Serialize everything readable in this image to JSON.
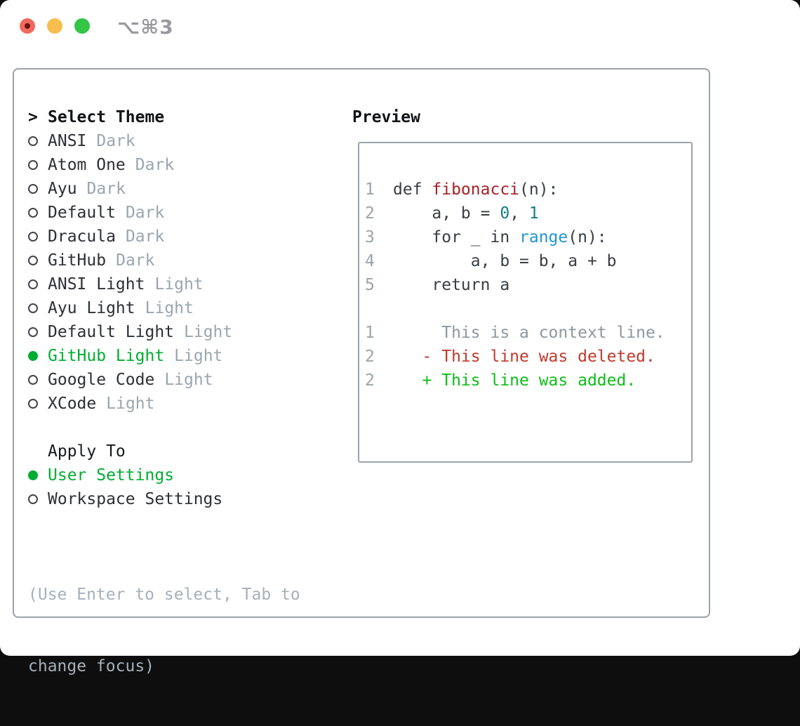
{
  "window": {
    "title": "⌥⌘3"
  },
  "traffic_lights": {
    "close": "#ee6a5f",
    "minimize": "#f6bd4f",
    "maximize": "#32c546"
  },
  "theme_list": {
    "header_prefix": ">",
    "header": "Select Theme",
    "items": [
      {
        "name": "ANSI",
        "tag": "Dark",
        "selected": false
      },
      {
        "name": "Atom One",
        "tag": "Dark",
        "selected": false
      },
      {
        "name": "Ayu",
        "tag": "Dark",
        "selected": false
      },
      {
        "name": "Default",
        "tag": "Dark",
        "selected": false
      },
      {
        "name": "Dracula",
        "tag": "Dark",
        "selected": false
      },
      {
        "name": "GitHub",
        "tag": "Dark",
        "selected": false
      },
      {
        "name": "ANSI Light",
        "tag": "Light",
        "selected": false
      },
      {
        "name": "Ayu Light",
        "tag": "Light",
        "selected": false
      },
      {
        "name": "Default Light",
        "tag": "Light",
        "selected": false
      },
      {
        "name": "GitHub Light",
        "tag": "Light",
        "selected": true
      },
      {
        "name": "Google Code",
        "tag": "Light",
        "selected": false
      },
      {
        "name": "XCode",
        "tag": "Light",
        "selected": false
      }
    ]
  },
  "apply_to": {
    "header": "Apply To",
    "options": [
      {
        "name": "User Settings",
        "selected": true
      },
      {
        "name": "Workspace Settings",
        "selected": false
      }
    ]
  },
  "hint": {
    "lines": [
      "(Use Enter to select, Tab to",
      "change focus)"
    ]
  },
  "preview": {
    "header": "Preview",
    "code_lines": [
      {
        "num": "1",
        "segments": [
          {
            "text": "def ",
            "color": "fg"
          },
          {
            "text": "fibonacci",
            "color": "func"
          },
          {
            "text": "(n):",
            "color": "fg"
          }
        ]
      },
      {
        "num": "2",
        "segments": [
          {
            "text": "    a, b = ",
            "color": "fg"
          },
          {
            "text": "0",
            "color": "num"
          },
          {
            "text": ", ",
            "color": "fg"
          },
          {
            "text": "1",
            "color": "num"
          }
        ]
      },
      {
        "num": "3",
        "segments": [
          {
            "text": "    for _ in ",
            "color": "fg"
          },
          {
            "text": "range",
            "color": "builtin"
          },
          {
            "text": "(n):",
            "color": "fg"
          }
        ]
      },
      {
        "num": "4",
        "segments": [
          {
            "text": "        a, b = b, a + b",
            "color": "fg"
          }
        ]
      },
      {
        "num": "5",
        "segments": [
          {
            "text": "    return a",
            "color": "fg"
          }
        ]
      },
      {
        "num": "",
        "segments": []
      },
      {
        "num": "1",
        "segments": [
          {
            "text": "     This is a context line.",
            "color": "context"
          }
        ]
      },
      {
        "num": "2",
        "segments": [
          {
            "text": "   - This line was deleted.",
            "color": "deleted"
          }
        ]
      },
      {
        "num": "2",
        "segments": [
          {
            "text": "   + This line was added.",
            "color": "added"
          }
        ]
      }
    ]
  },
  "colors": {
    "fg": "#383e45",
    "func": "#a92023",
    "num": "#147c84",
    "builtin": "#2196d3",
    "context": "#8e979f",
    "deleted": "#c0392b",
    "added": "#0cbe16",
    "selected_green": "#00ad31",
    "item_text": "#2b3036",
    "tag_text": "#9aa5af",
    "line_number": "#9aa3ad"
  }
}
